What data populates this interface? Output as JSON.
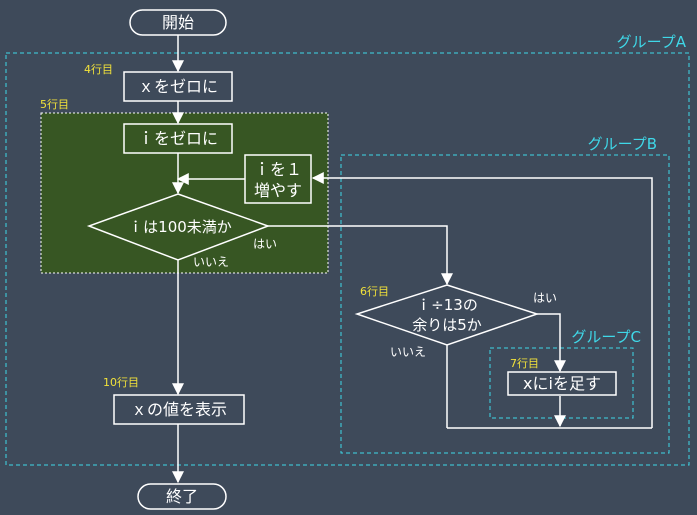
{
  "start_label": "開始",
  "end_label": "終了",
  "groups": {
    "a": "グループA",
    "b": "グループB",
    "c": "グループC"
  },
  "line_labels": {
    "l4": "4行目",
    "l5": "5行目",
    "l6": "6行目",
    "l7": "7行目",
    "l10": "10行目"
  },
  "steps": {
    "x_zero": "ｘをゼロに",
    "i_zero": "ｉをゼロに",
    "i_inc_1": "ｉを１",
    "i_inc_2": "増やす",
    "add_i": "xにiを足す",
    "show_x": "ｘの値を表示"
  },
  "decisions": {
    "loop_cond": "ｉは100未満か",
    "mod_cond_1": "ｉ÷13の",
    "mod_cond_2": "余りは5か"
  },
  "branch": {
    "yes": "はい",
    "no": "いいえ"
  },
  "colors": {
    "background": "#3e4a5a",
    "loop_fill": "#375623",
    "group_border": "#3fd8e8",
    "line_label": "#f2e23a",
    "stroke": "#ffffff"
  }
}
